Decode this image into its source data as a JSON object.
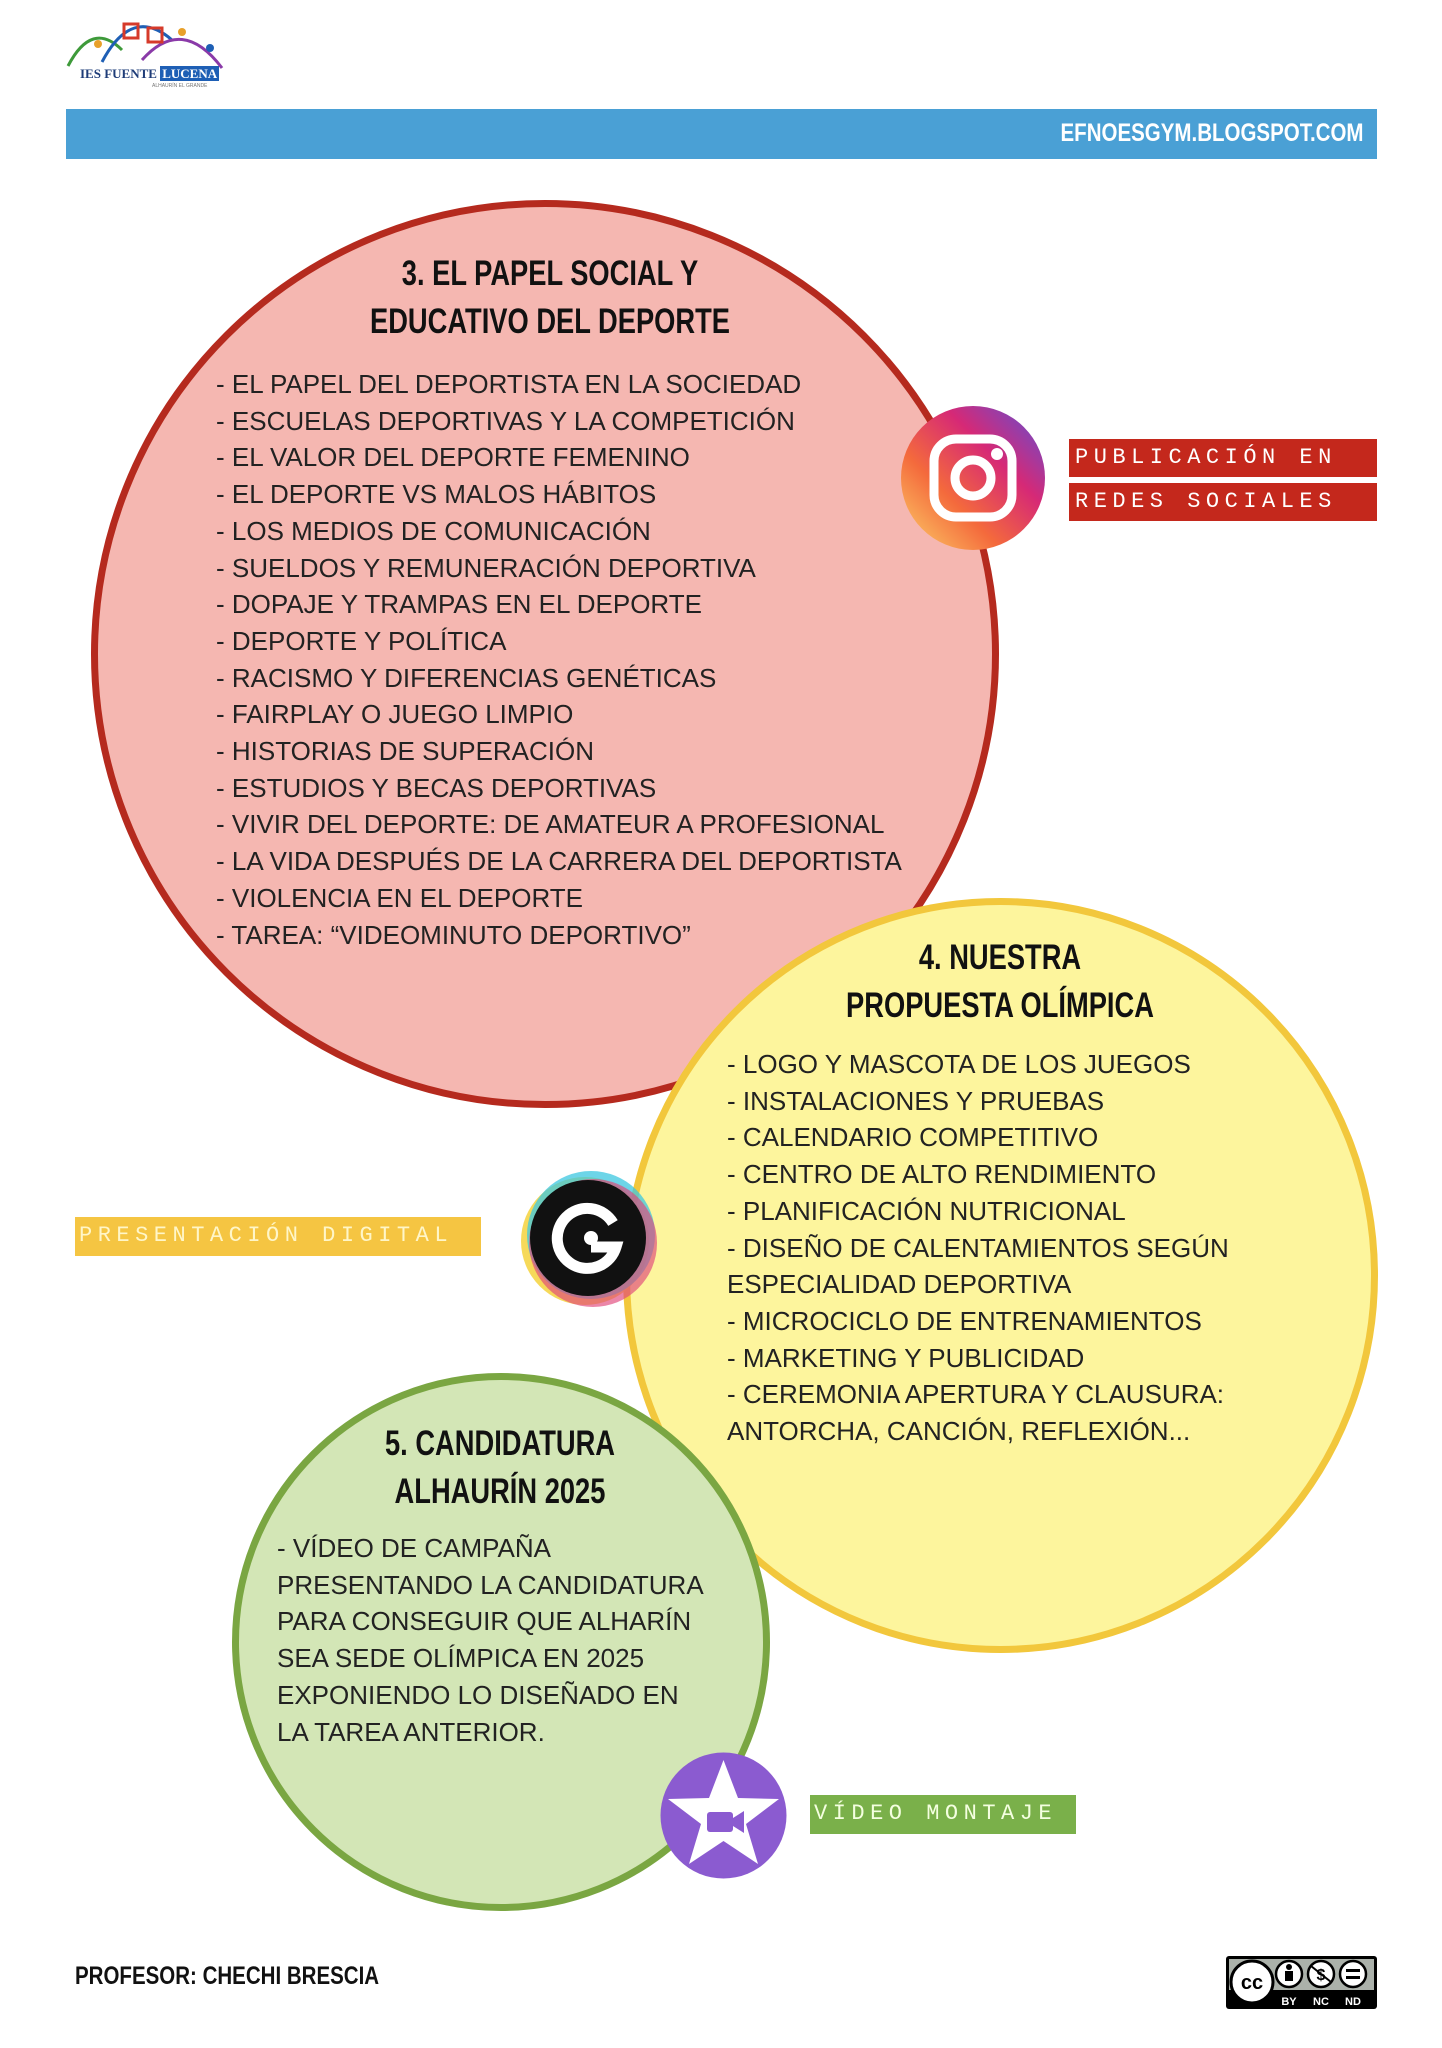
{
  "logo": {
    "name": "IES FUENTE",
    "name_highlight": "LUCENA",
    "sub": "ALHAURÍN EL GRANDE",
    "icon": "school-logo-icon"
  },
  "header": {
    "url": "EFNOESGYM.BLOGSPOT.COM",
    "band_color": "#4aa0d5"
  },
  "sections": {
    "social": {
      "title_line1": "3. EL PAPEL SOCIAL Y",
      "title_line2": "EDUCATIVO DEL DEPORTE",
      "color": "#f5b7b1",
      "border": "#b52a1e",
      "items": [
        "- EL PAPEL DEL DEPORTISTA EN LA SOCIEDAD",
        "- ESCUELAS DEPORTIVAS Y LA COMPETICIÓN",
        "- EL VALOR DEL DEPORTE FEMENINO",
        "- EL DEPORTE VS MALOS HÁBITOS",
        "- LOS MEDIOS DE COMUNICACIÓN",
        "- SUELDOS Y REMUNERACIÓN DEPORTIVA",
        "- DOPAJE Y TRAMPAS EN EL DEPORTE",
        "- DEPORTE Y POLÍTICA",
        "- RACISMO Y DIFERENCIAS GENÉTICAS",
        "- FAIRPLAY O JUEGO LIMPIO",
        "- HISTORIAS DE SUPERACIÓN",
        "- ESTUDIOS Y BECAS DEPORTIVAS",
        "- VIVIR DEL DEPORTE: DE AMATEUR A PROFESIONAL",
        "- LA VIDA DESPUÉS DE LA CARRERA DEL DEPORTISTA",
        "- VIOLENCIA EN EL DEPORTE",
        "- TAREA: “VIDEOMINUTO DEPORTIVO”"
      ]
    },
    "olympic": {
      "title_line1": "4. NUESTRA",
      "title_line2": "PROPUESTA OLÍMPICA",
      "color": "#fdf59d",
      "border": "#f2c73c",
      "items": [
        "- LOGO Y MASCOTA DE LOS JUEGOS",
        "- INSTALACIONES Y PRUEBAS",
        "- CALENDARIO COMPETITIVO",
        "- CENTRO DE ALTO RENDIMIENTO",
        "- PLANIFICACIÓN NUTRICIONAL",
        "- DISEÑO DE CALENTAMIENTOS SEGÚN",
        "ESPECIALIDAD DEPORTIVA",
        "- MICROCICLO DE ENTRENAMIENTOS",
        "- MARKETING Y PUBLICIDAD",
        "- CEREMONIA APERTURA Y CLAUSURA:",
        "ANTORCHA, CANCIÓN, REFLEXIÓN..."
      ]
    },
    "candidacy": {
      "title_line1": "5. CANDIDATURA",
      "title_line2": "ALHAURÍN 2025",
      "color": "#d3e6b6",
      "border": "#7aa642",
      "items": [
        "- VÍDEO DE CAMPAÑA",
        "PRESENTANDO LA CANDIDATURA",
        "PARA CONSEGUIR QUE ALHARÍN",
        "SEA SEDE OLÍMPICA EN 2025",
        "EXPONIENDO LO DISEÑADO EN",
        "LA TAREA ANTERIOR."
      ]
    }
  },
  "labels": {
    "social_media_line1": "PUBLICACIÓN EN",
    "social_media_line2": "REDES SOCIALES",
    "digital_presentation": "PRESENTACIÓN DIGITAL",
    "video_edit": "VÍDEO MONTAJE"
  },
  "icons": {
    "instagram": "instagram-icon",
    "genially": "genially-icon",
    "imovie": "imovie-icon"
  },
  "footer": {
    "teacher": "PROFESOR: CHECHI BRESCIA",
    "license": {
      "cc": "cc",
      "by": "BY",
      "nc": "NC",
      "nd": "ND"
    }
  }
}
